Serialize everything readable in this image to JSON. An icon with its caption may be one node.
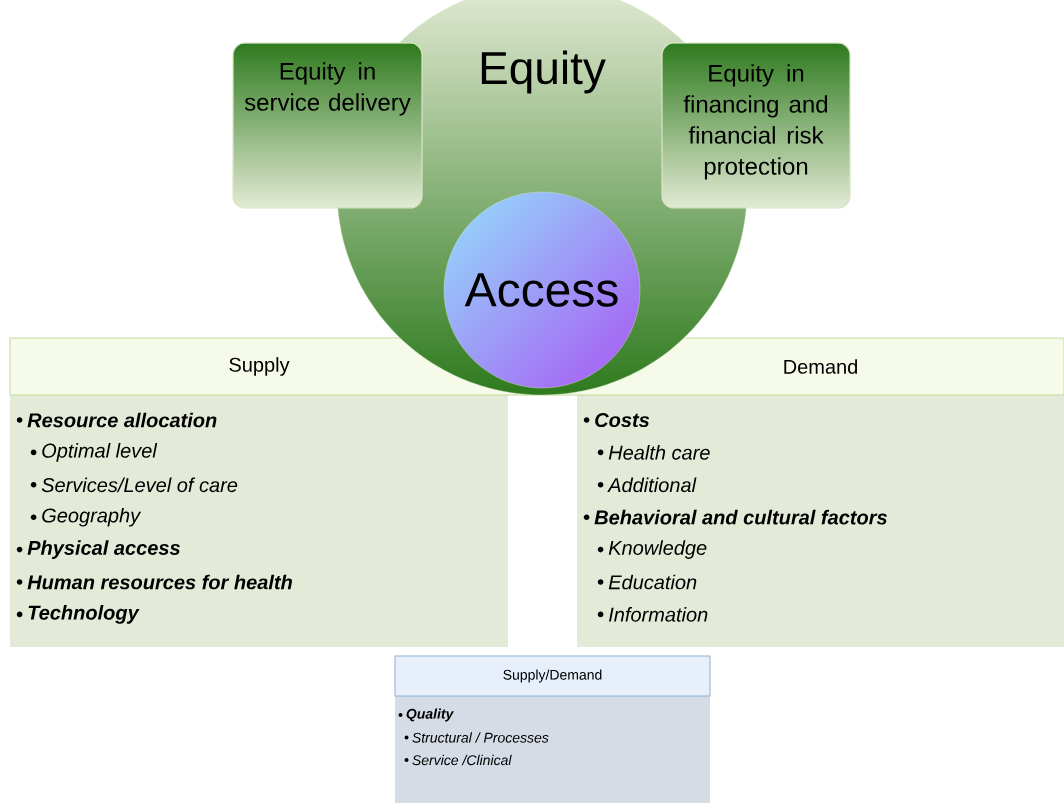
{
  "diagram": {
    "nodes": [
      {
        "text": [
          "Equity"
        ]
      },
      {
        "text": [
          "Equity in service delivery"
        ]
      },
      {
        "text": [
          "Equity in financing and financial risk protection"
        ]
      },
      {
        "text": [
          "Access"
        ],
        "in": 0
      },
      {
        "text": [
          "Supply",
          "Resource allocation",
          "Optimal level",
          "Services/Level of care",
          "Geography",
          "Physical access",
          "Human resources for health",
          "Technology"
        ]
      },
      {
        "text": [
          "Demand",
          "Costs",
          "Health care",
          "Additional",
          "Behavioral and cultural factors",
          "Knowledge",
          "Education",
          "Information"
        ]
      },
      {
        "text": [
          "Supply/Demand",
          "Quality",
          "Structural / Processes",
          "Service /Clinical"
        ]
      }
    ],
    "edges": []
  }
}
